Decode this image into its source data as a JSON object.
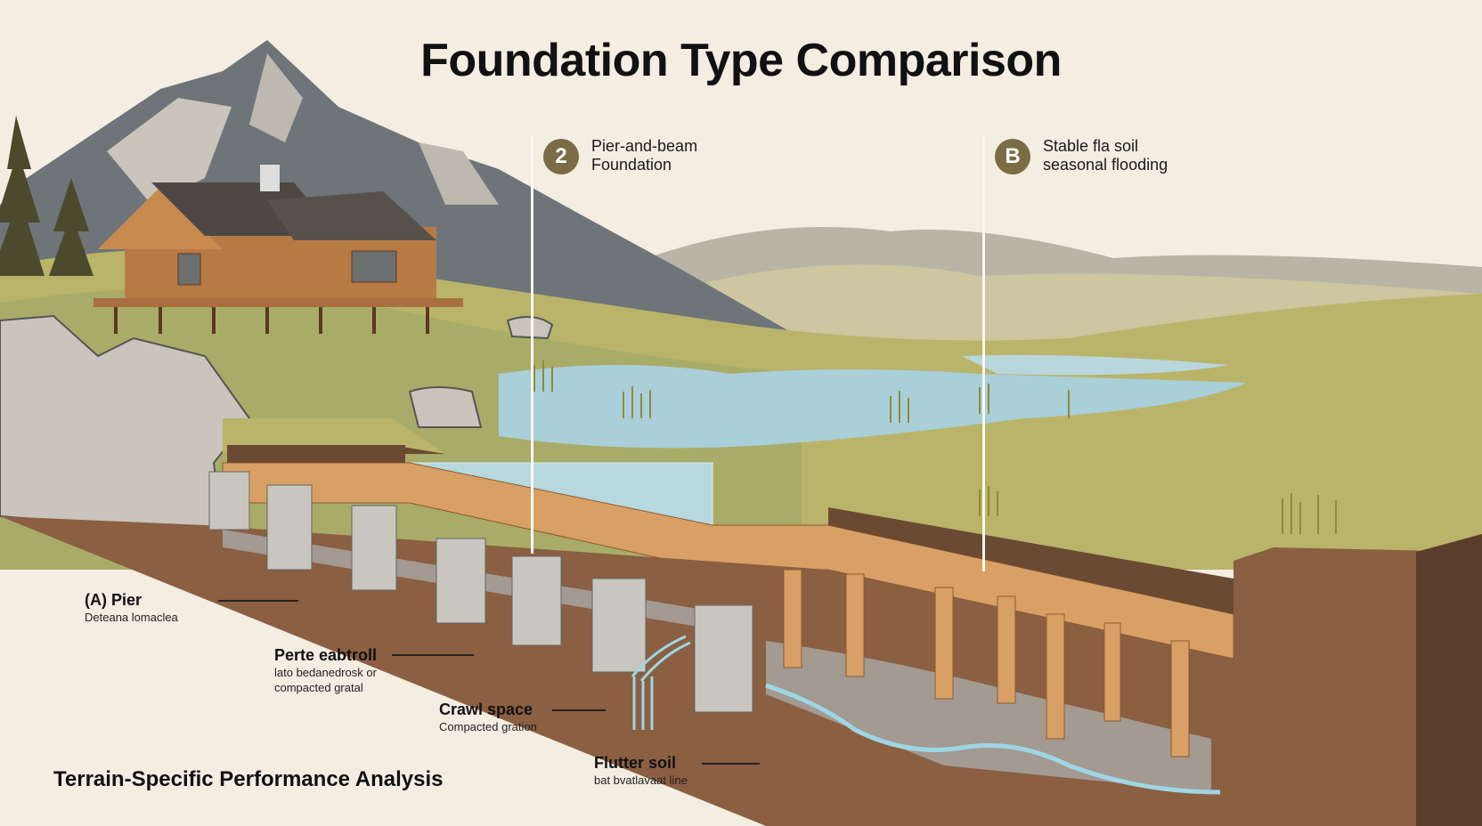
{
  "title": "Foundation Type Comparison",
  "callouts": [
    {
      "badge": "2",
      "line1": "Pier-and-beam",
      "line2": "Foundation"
    },
    {
      "badge": "B",
      "line1": "Stable fla soil",
      "line2": "seasonal flooding"
    }
  ],
  "labels": [
    {
      "heading": "(A) Pier",
      "sub": [
        "Deteana lomaclea"
      ]
    },
    {
      "heading": "Perte eabtroll",
      "sub": [
        "lato bedanedrosk or",
        "compacted gratal"
      ]
    },
    {
      "heading": "Crawl space",
      "sub": [
        "Compacted gration"
      ]
    },
    {
      "heading": "Flutter soil",
      "sub": [
        "bat bvatlavaat line"
      ]
    }
  ],
  "footer": "Terrain-Specific Performance Analysis",
  "colors": {
    "background": "#f3ede2",
    "badge": "#7a6c45",
    "grass": "#b9b46a",
    "soil": "#8a5f42",
    "wood": "#d9a066",
    "concrete": "#c9c6c0",
    "water": "#a9cfd8",
    "mountain": "#6e7478"
  }
}
